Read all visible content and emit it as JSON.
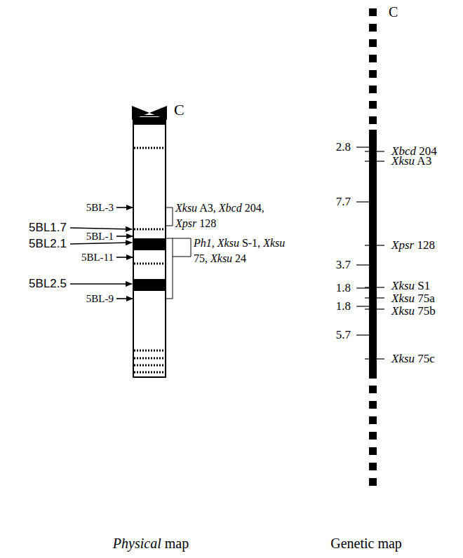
{
  "diagram": {
    "labels": [
      "C",
      "5BL-3",
      "5BL1.7",
      "5BL-1",
      "5BL2.1",
      "5BL-11",
      "5BL2.5",
      "5BL-9",
      "Xksu A3, Xbcd 204, Xpsr 128",
      "Ph1, Xksu S-1, Xksu 75, Xksu 24",
      "C",
      "Xbcd 204",
      "2.8",
      "Xksu A3",
      "7.7",
      "Xpsr 128",
      "3.7",
      "Xksu S1",
      "1.8",
      "Xksu 75a",
      "1.8",
      "Xksu 75b",
      "5.7",
      "Xksu 75c",
      "Physical map",
      "Genetic map"
    ]
  }
}
